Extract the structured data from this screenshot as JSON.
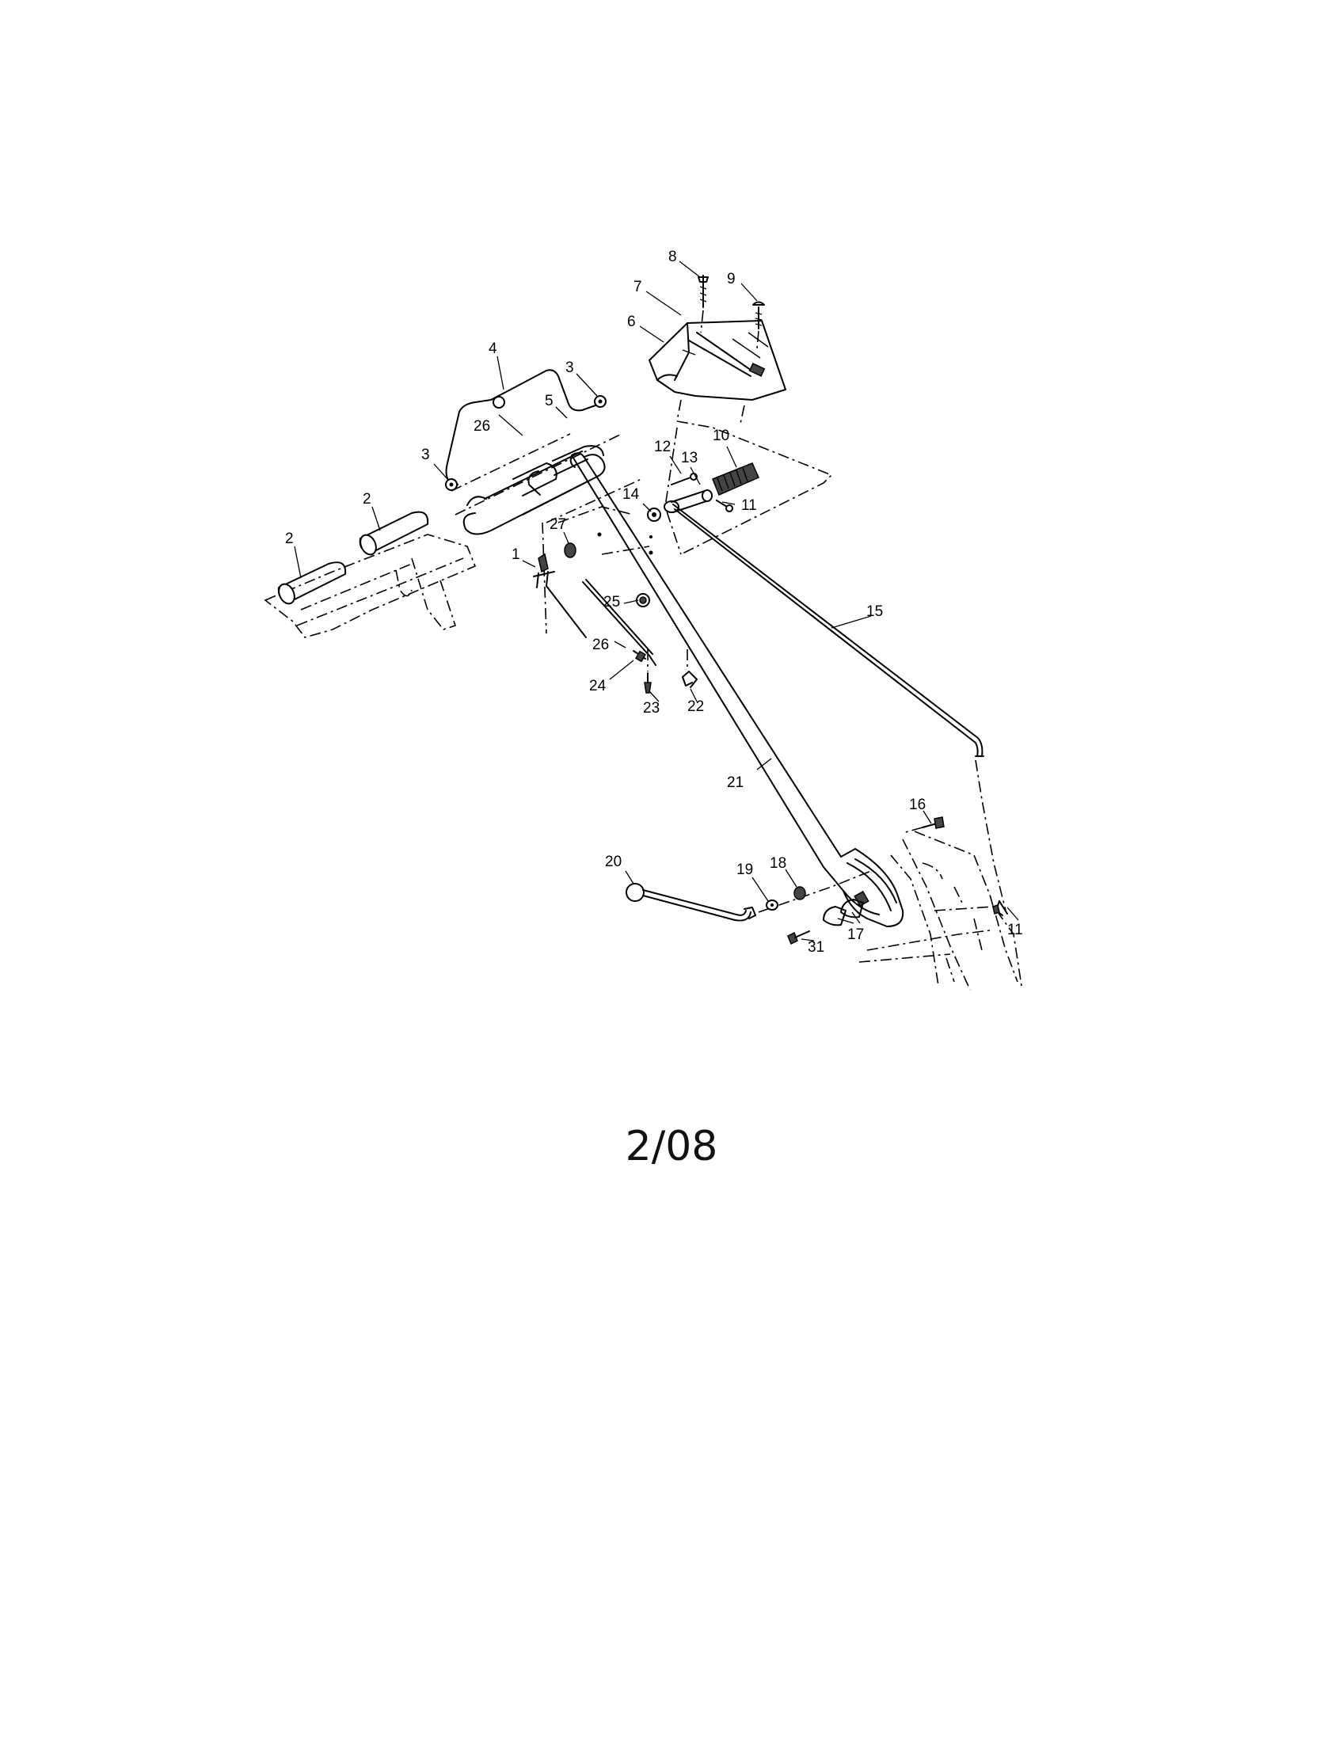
{
  "callouts": [
    {
      "id": "c-8",
      "label": "8"
    },
    {
      "id": "c-9",
      "label": "9"
    },
    {
      "id": "c-7",
      "label": "7"
    },
    {
      "id": "c-6",
      "label": "6"
    },
    {
      "id": "c-4",
      "label": "4"
    },
    {
      "id": "c-3a",
      "label": "3"
    },
    {
      "id": "c-5",
      "label": "5"
    },
    {
      "id": "c-26a",
      "label": "26"
    },
    {
      "id": "c-10",
      "label": "10"
    },
    {
      "id": "c-3b",
      "label": "3"
    },
    {
      "id": "c-12",
      "label": "12"
    },
    {
      "id": "c-13",
      "label": "13"
    },
    {
      "id": "c-14",
      "label": "14"
    },
    {
      "id": "c-11a",
      "label": "11"
    },
    {
      "id": "c-2a",
      "label": "2"
    },
    {
      "id": "c-2b",
      "label": "2"
    },
    {
      "id": "c-27",
      "label": "27"
    },
    {
      "id": "c-1",
      "label": "1"
    },
    {
      "id": "c-25",
      "label": "25"
    },
    {
      "id": "c-15",
      "label": "15"
    },
    {
      "id": "c-26b",
      "label": "26"
    },
    {
      "id": "c-24",
      "label": "24"
    },
    {
      "id": "c-23",
      "label": "23"
    },
    {
      "id": "c-22",
      "label": "22"
    },
    {
      "id": "c-21",
      "label": "21"
    },
    {
      "id": "c-16",
      "label": "16"
    },
    {
      "id": "c-20",
      "label": "20"
    },
    {
      "id": "c-19",
      "label": "19"
    },
    {
      "id": "c-18",
      "label": "18"
    },
    {
      "id": "c-17",
      "label": "17"
    },
    {
      "id": "c-11b",
      "label": "11"
    },
    {
      "id": "c-31",
      "label": "31"
    }
  ],
  "footer": {
    "date_code": "2/08"
  }
}
